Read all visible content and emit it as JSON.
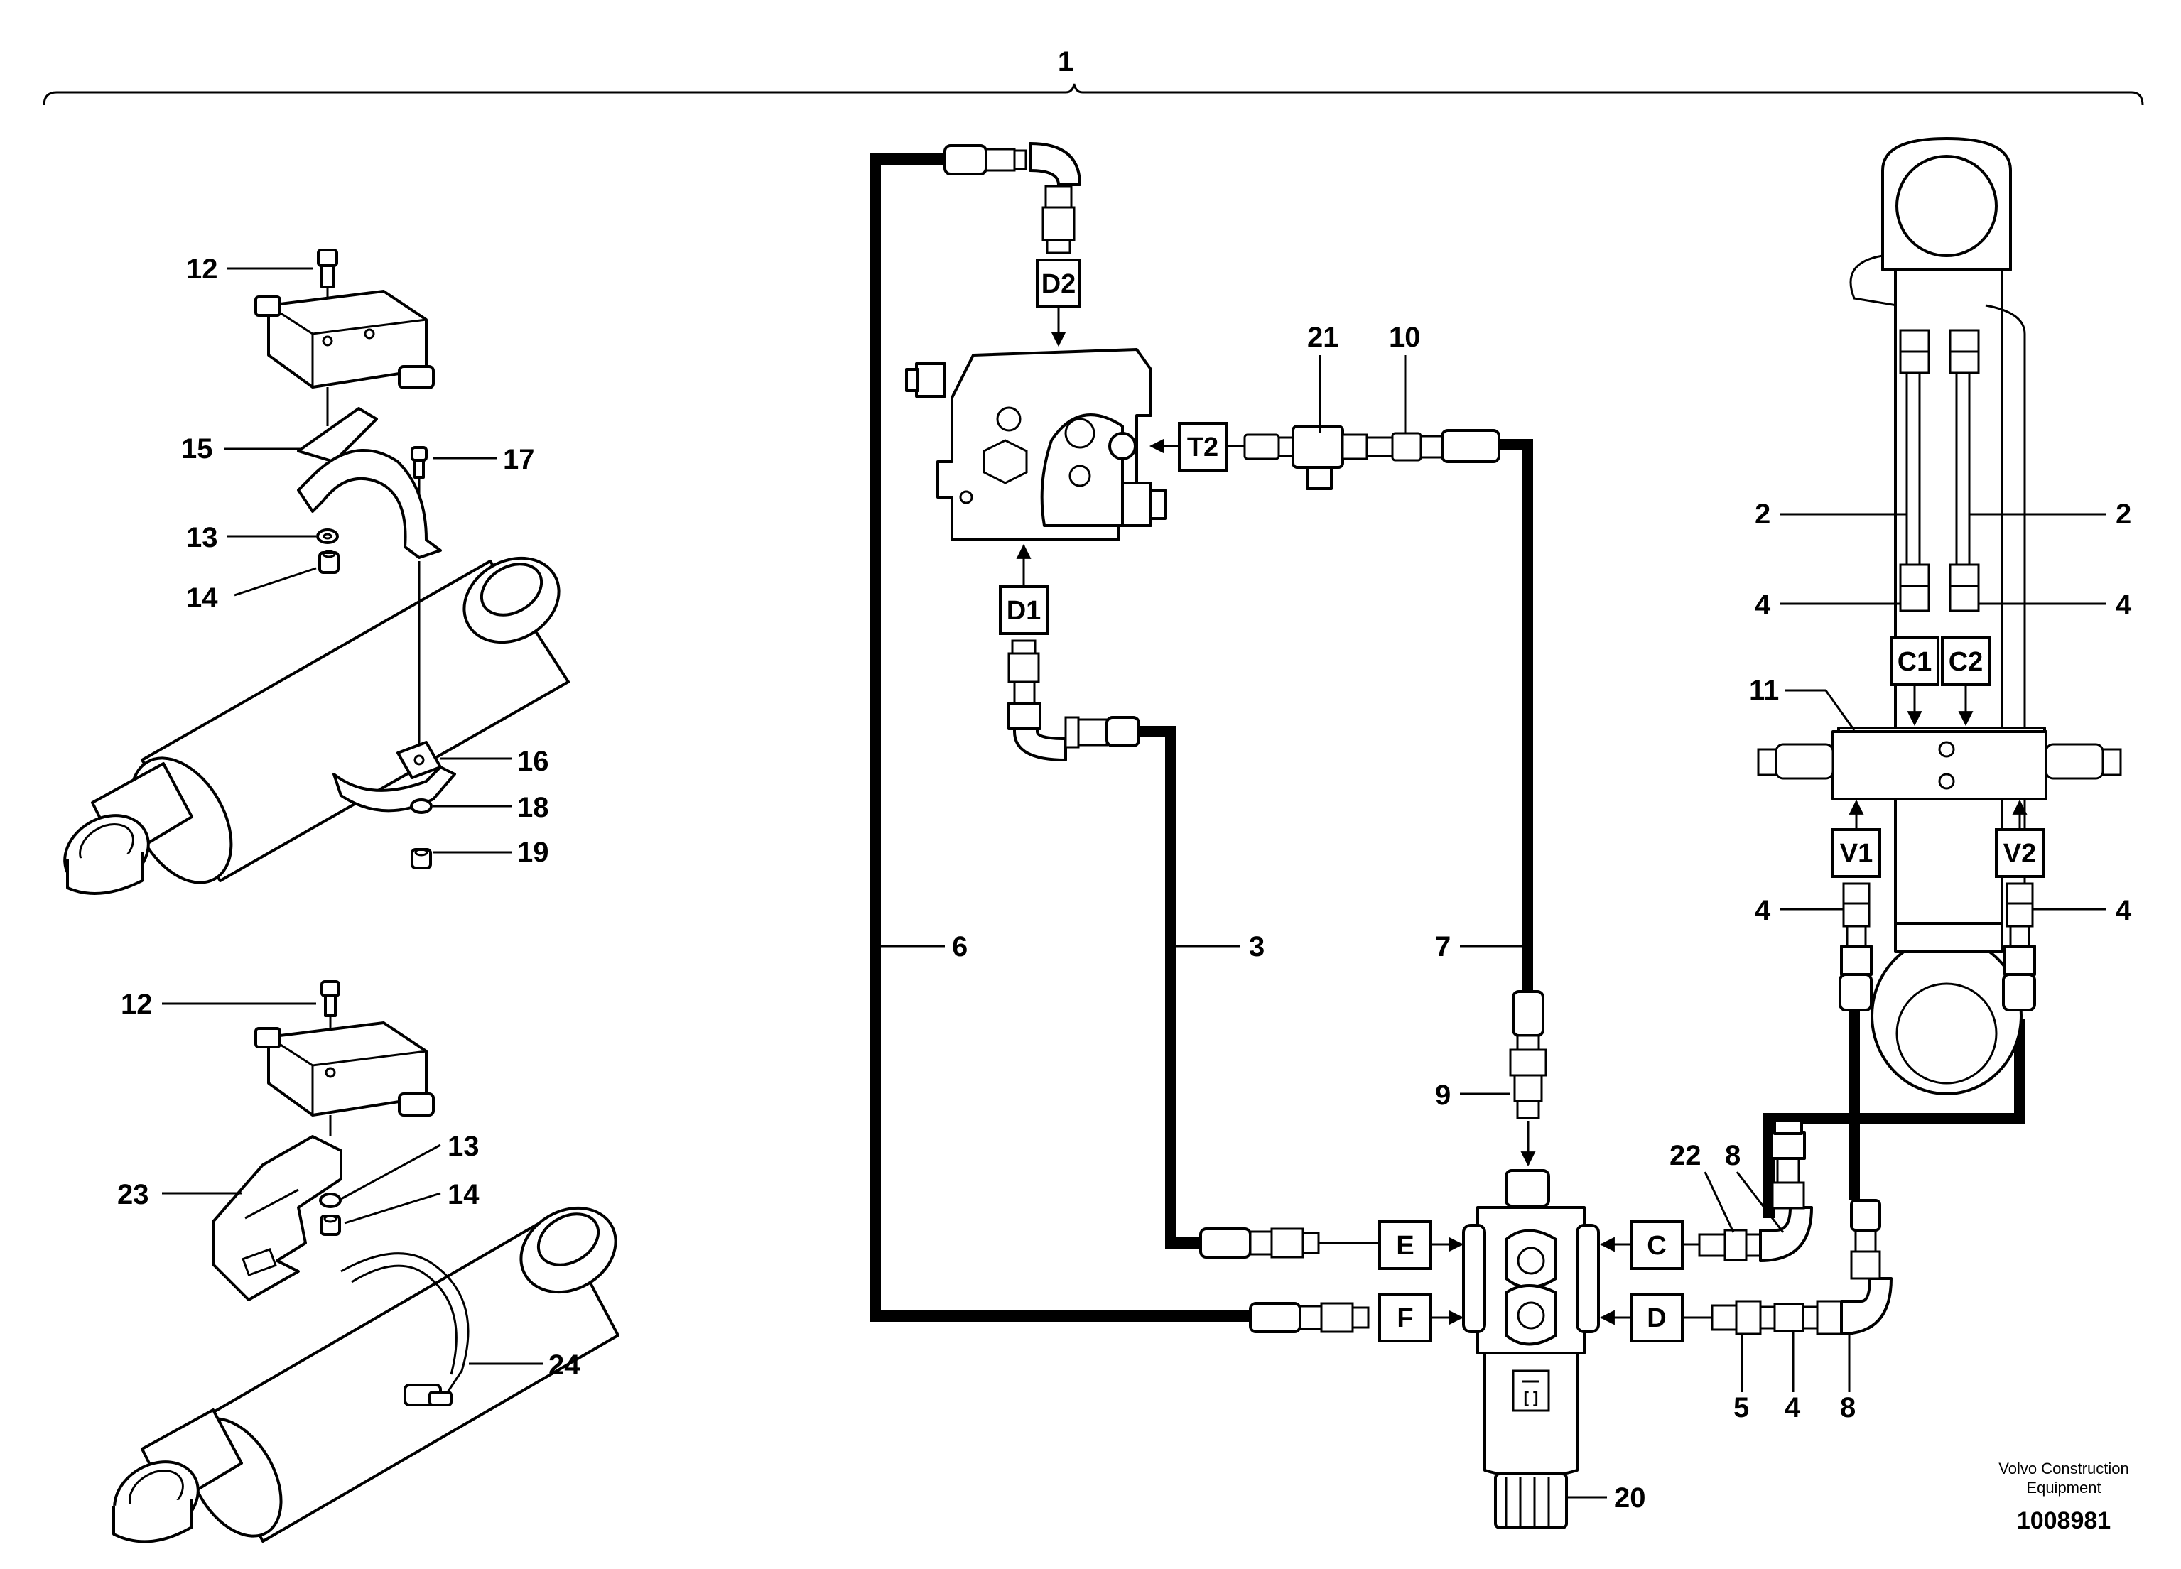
{
  "title_callout": "1",
  "credit": {
    "line1": "Volvo Construction",
    "line2": "Equipment",
    "doc_number": "1008981"
  },
  "left_upper": {
    "callouts": [
      "12",
      "15",
      "17",
      "13",
      "14",
      "16",
      "18",
      "19"
    ]
  },
  "left_lower": {
    "callouts": [
      "12",
      "13",
      "23",
      "14",
      "24"
    ]
  },
  "port_labels": {
    "d2": "D2",
    "d1": "D1",
    "t2": "T2",
    "e": "E",
    "f": "F",
    "c": "C",
    "d": "D",
    "c1": "C1",
    "c2": "C2",
    "v1": "V1",
    "v2": "V2"
  },
  "circuit_callouts": {
    "n21": "21",
    "n10": "10",
    "n6": "6",
    "n3": "3",
    "n7": "7",
    "n9": "9",
    "n20": "20",
    "n22": "22",
    "n8a": "8",
    "n5": "5",
    "n4b": "4",
    "n8b": "8",
    "n11": "11",
    "n2l": "2",
    "n2r": "2",
    "n4l1": "4",
    "n4r1": "4",
    "n4l2": "4",
    "n4r2": "4"
  }
}
